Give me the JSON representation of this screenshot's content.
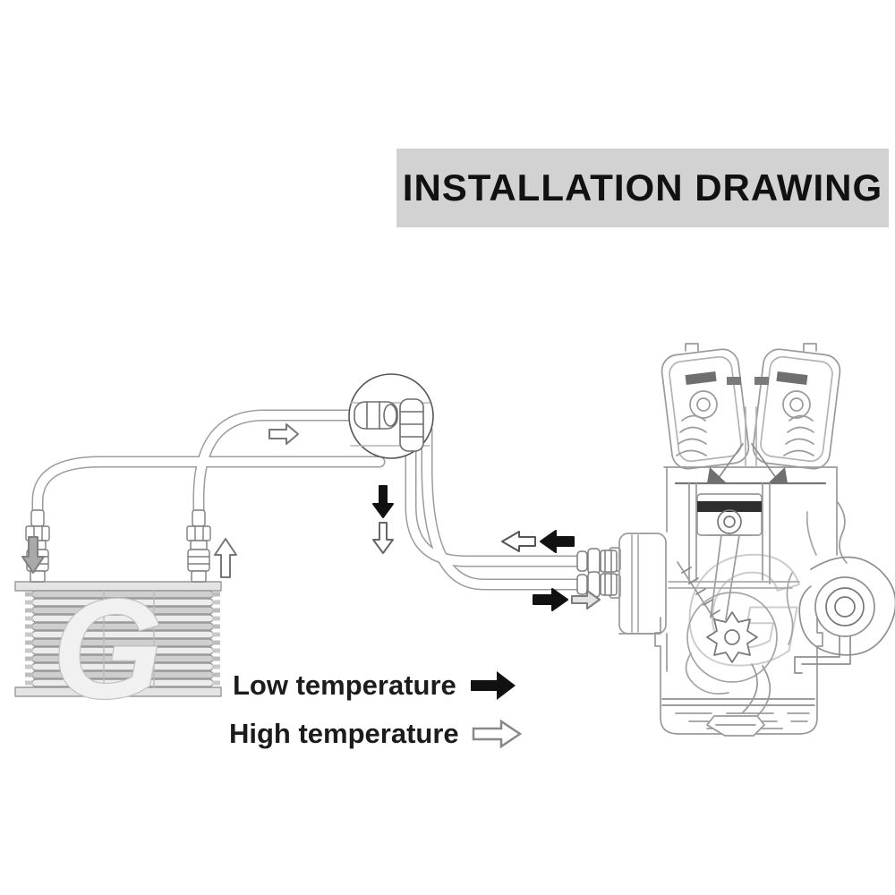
{
  "title": {
    "label": "INSTALLATION DRAWING"
  },
  "legend": {
    "low": {
      "label": "Low temperature",
      "arrow_style": "solid-right-arrow"
    },
    "high": {
      "label": "High temperature",
      "arrow_style": "outline-right-arrow"
    }
  },
  "watermark": {
    "letter": "G"
  },
  "icons": {
    "low_temp_flow": "solid-black-arrow",
    "high_temp_flow": "outline-white-arrow"
  },
  "flow_arrows": [
    {
      "name": "cooler-inlet",
      "style": "gray",
      "direction": "down"
    },
    {
      "name": "cooler-outlet",
      "style": "outline",
      "direction": "up"
    },
    {
      "name": "top-hose",
      "style": "outline",
      "direction": "right"
    },
    {
      "name": "drop-hose-1",
      "style": "solid",
      "direction": "down"
    },
    {
      "name": "drop-hose-2",
      "style": "outline",
      "direction": "down"
    },
    {
      "name": "engine-out-1",
      "style": "outline",
      "direction": "left"
    },
    {
      "name": "engine-out-2",
      "style": "solid",
      "direction": "left"
    },
    {
      "name": "engine-in-1",
      "style": "solid",
      "direction": "right"
    },
    {
      "name": "engine-in-2",
      "style": "outline",
      "direction": "right"
    }
  ],
  "colors": {
    "banner_bg": "#d2d2d2",
    "text": "#1c1c1c",
    "line": "#9a9a9a",
    "dark_line": "#5f5f5f",
    "arrow_solid": "#111111",
    "watermark_fill": "#efefef"
  }
}
